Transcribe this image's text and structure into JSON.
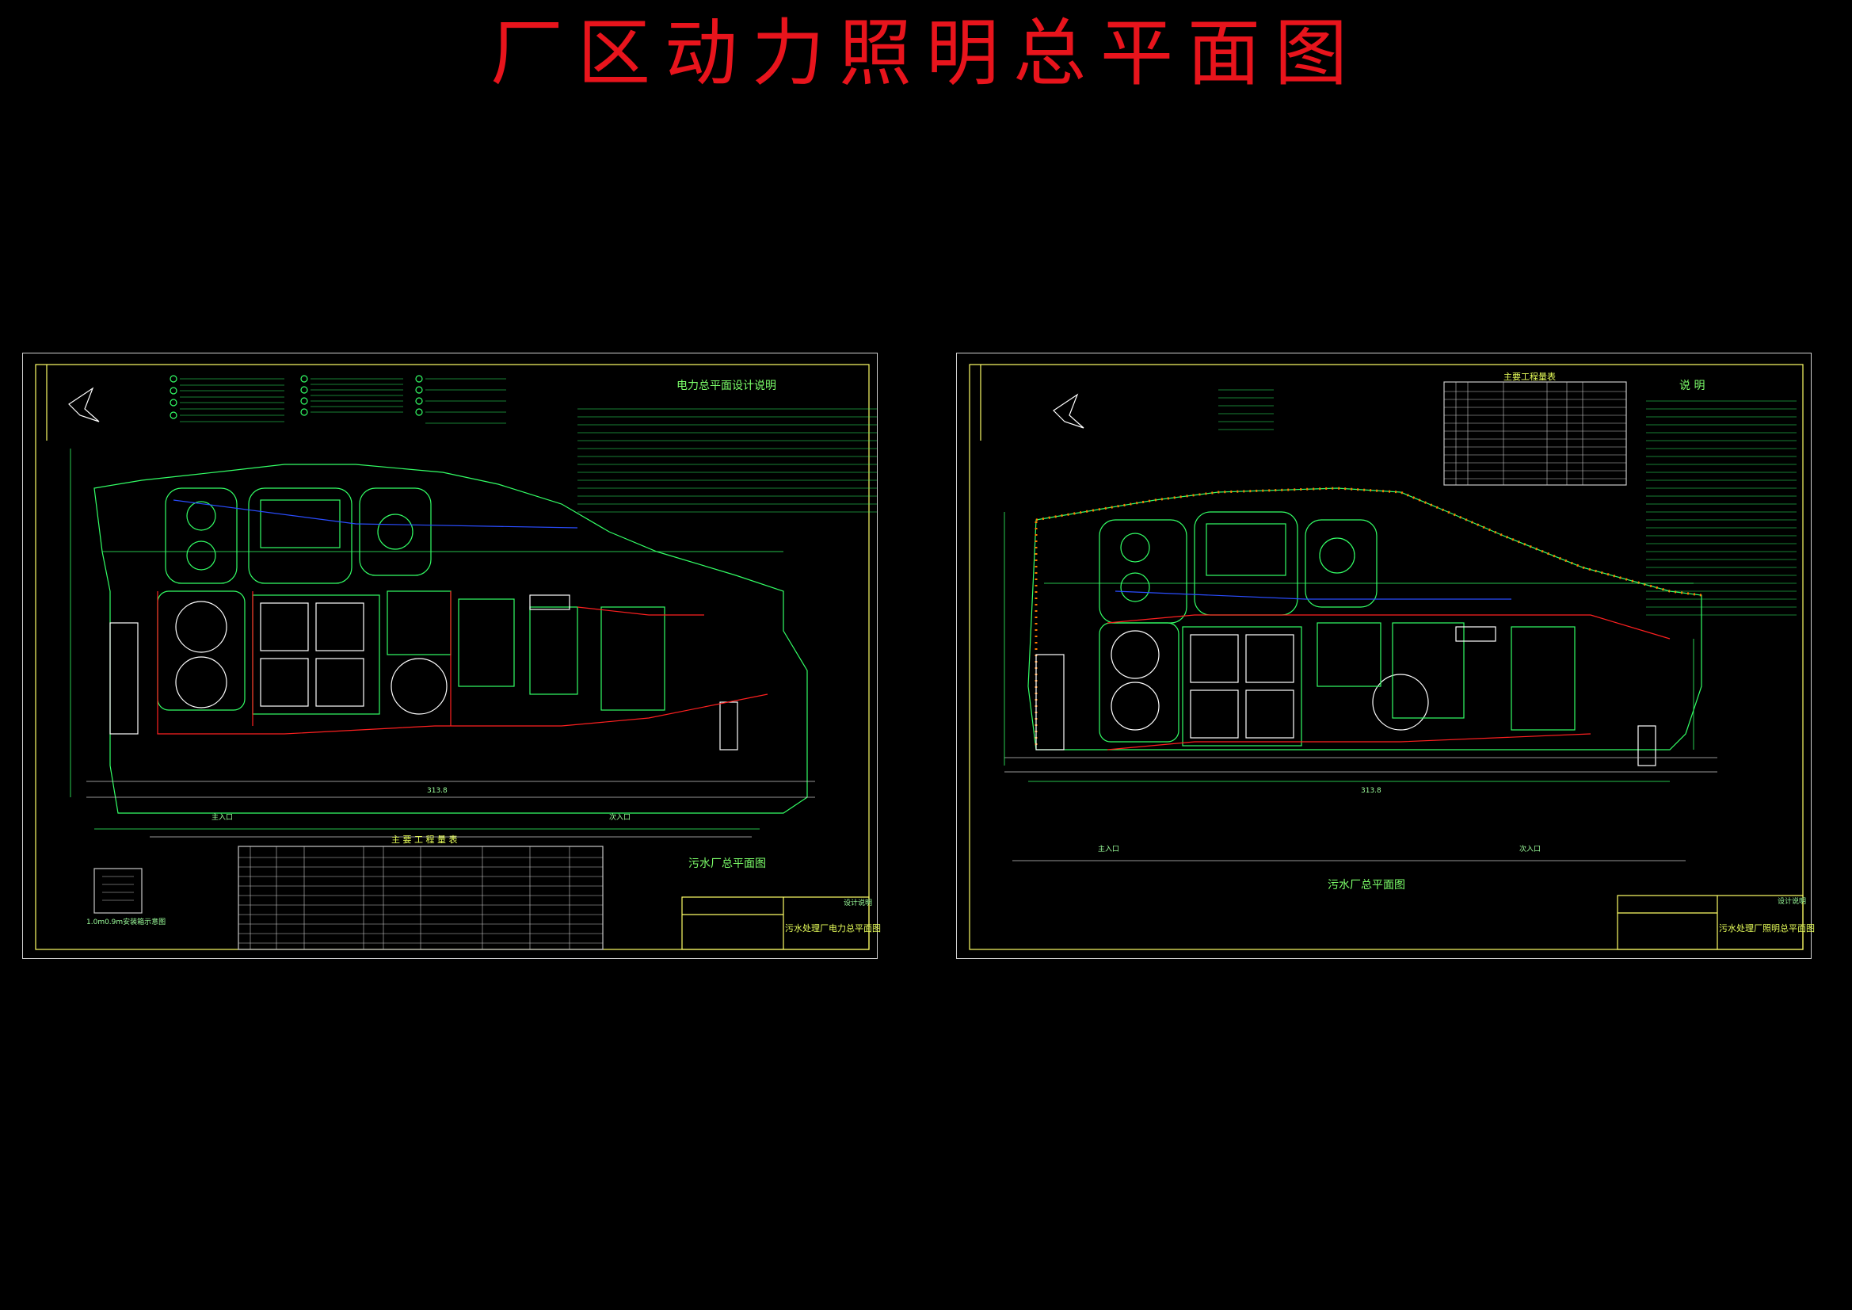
{
  "title": "厂区动力照明总平面图",
  "colors": {
    "background": "#000000",
    "title": "#e8141c",
    "frame": "#ffff66",
    "lines": "#33ff66",
    "cable_red": "#ff2020",
    "cable_blue": "#2a4dff"
  },
  "left_sheet": {
    "notes_heading": "电力总平面设计说明",
    "table_heading": "主 要 工 程 量 表",
    "plan_name": "污水厂总平面图",
    "title_block_text": "污水处理厂电力总平面图",
    "title_block_small": "设计说明",
    "dim_width": "313.8",
    "entrance_main": "主入口",
    "entrance_secondary": "次入口",
    "detail_caption": "1.0m0.9m安装箱示意图"
  },
  "right_sheet": {
    "notes_heading": "说 明",
    "table_heading": "主要工程量表",
    "plan_name": "污水厂总平面图",
    "title_block_text": "污水处理厂照明总平面图",
    "title_block_small": "设计说明",
    "dim_width": "313.8",
    "entrance_main": "主入口",
    "entrance_secondary": "次入口"
  }
}
